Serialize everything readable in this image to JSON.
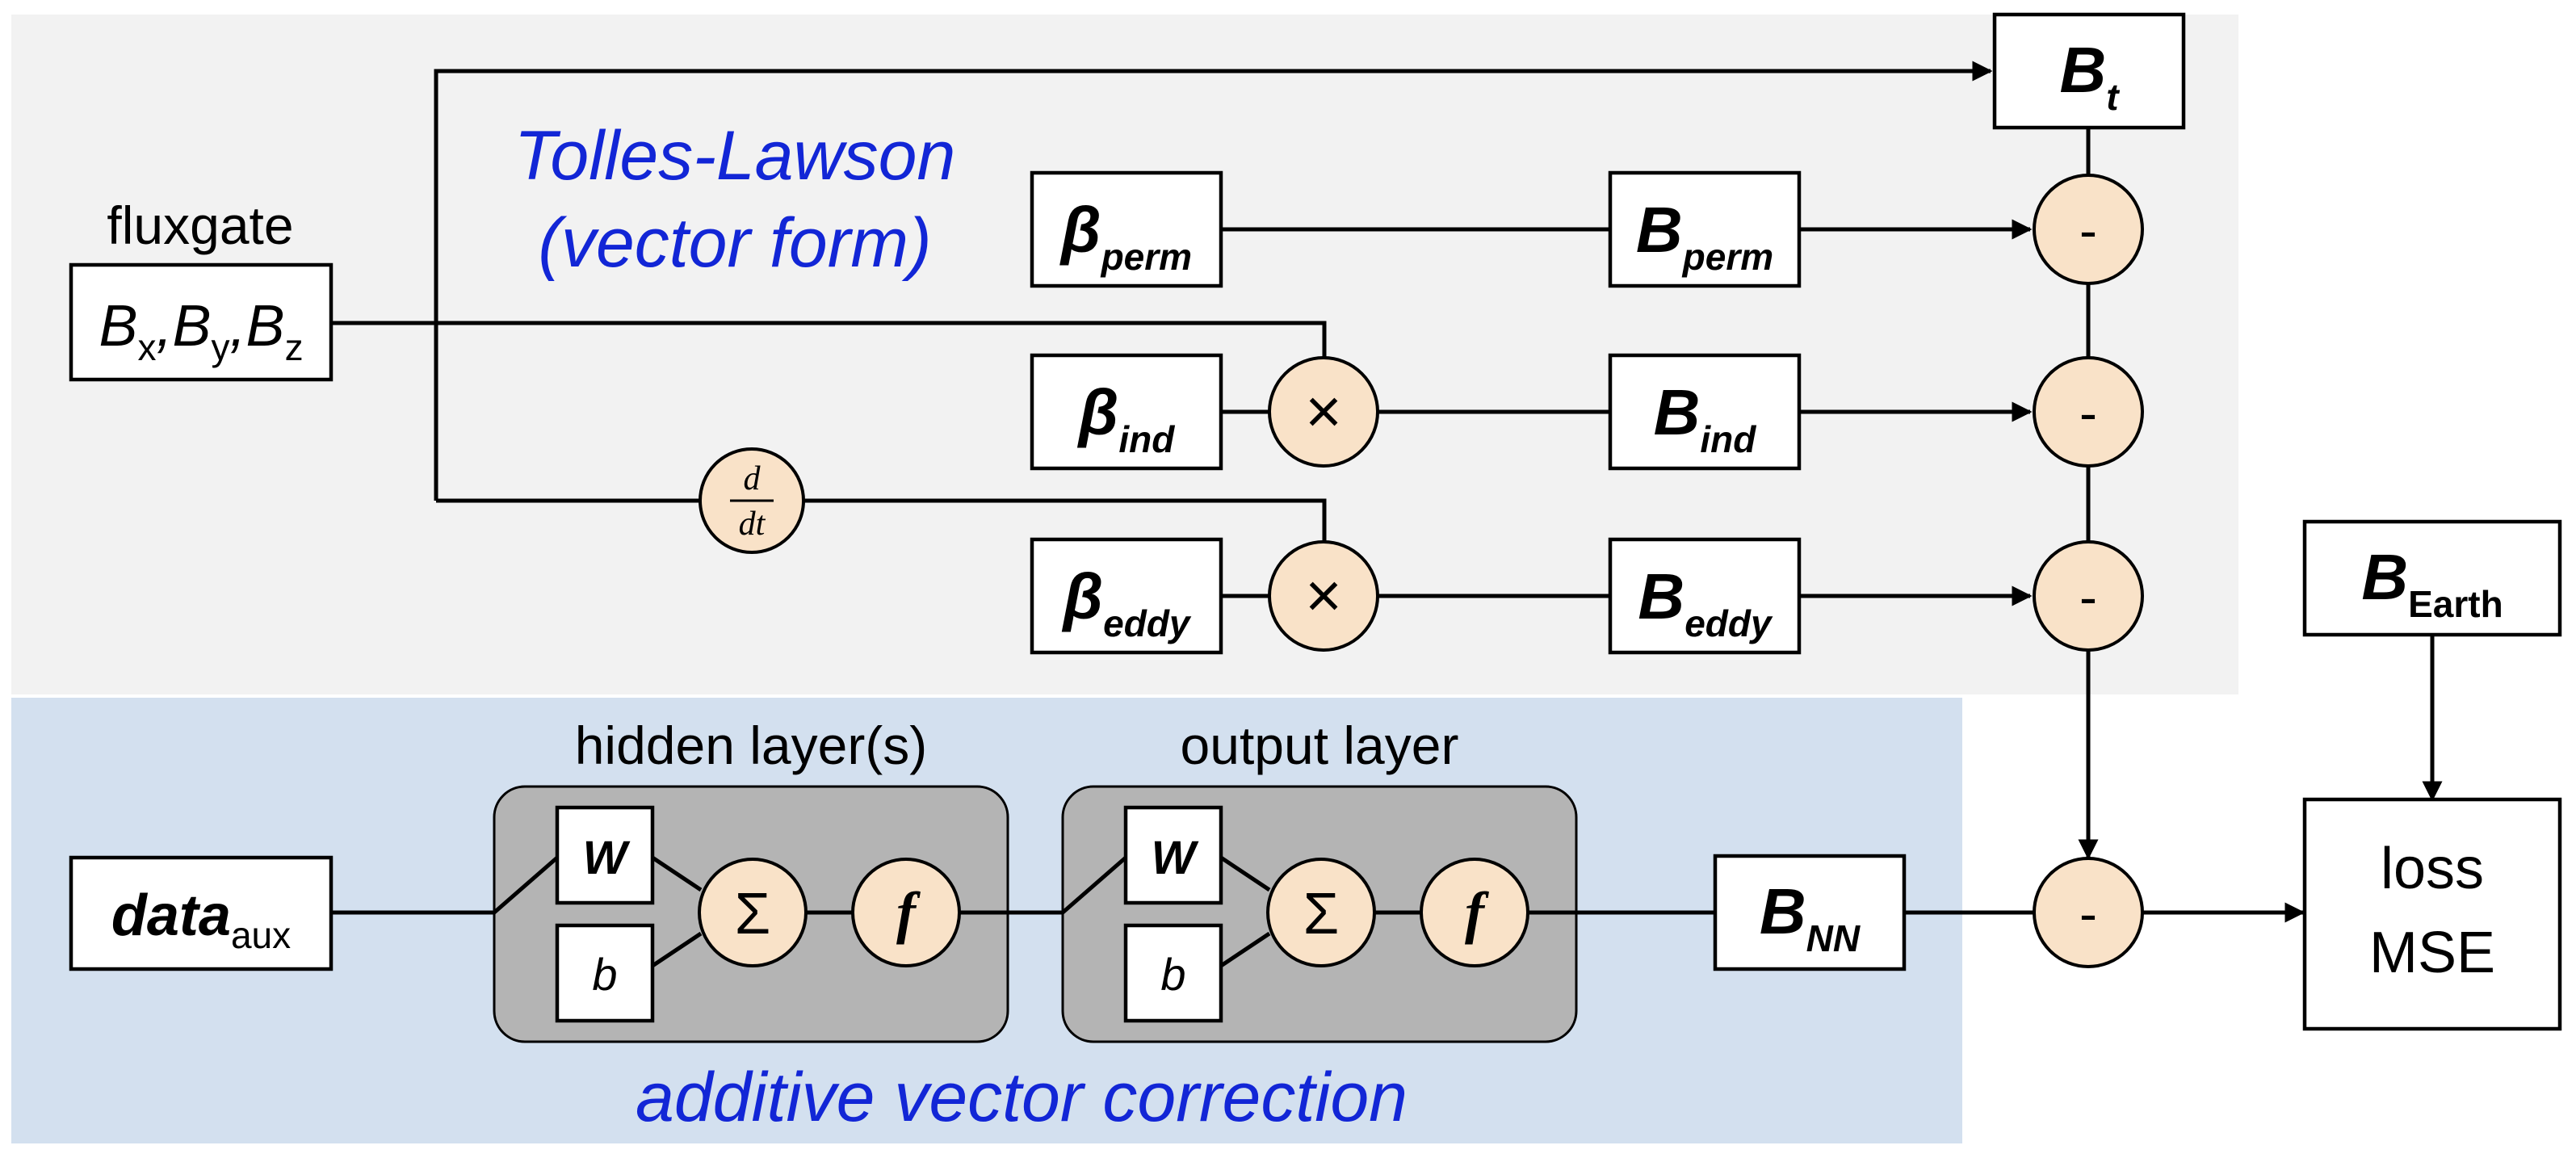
{
  "regions": {
    "tolles_lawson": {
      "title_line1": "Tolles-Lawson",
      "title_line2": "(vector form)"
    },
    "correction": {
      "title": "additive vector correction"
    }
  },
  "inputs": {
    "fluxgate": {
      "caption": "fluxgate",
      "bx": "B",
      "bx_sub": "x",
      "by": "B",
      "by_sub": "y",
      "bz": "B",
      "bz_sub": "z"
    },
    "data_aux": {
      "main": "data",
      "sub": "aux"
    }
  },
  "coefficients": {
    "perm": {
      "main": "β",
      "sub": "perm"
    },
    "ind": {
      "main": "β",
      "sub": "ind"
    },
    "eddy": {
      "main": "β",
      "sub": "eddy"
    }
  },
  "fields": {
    "perm": {
      "main": "B",
      "sub": "perm"
    },
    "ind": {
      "main": "B",
      "sub": "ind"
    },
    "eddy": {
      "main": "B",
      "sub": "eddy"
    },
    "total": {
      "main": "B",
      "sub": "t"
    },
    "earth": {
      "main": "B",
      "sub": "Earth"
    },
    "nn": {
      "main": "B",
      "sub": "NN"
    }
  },
  "operators": {
    "minus": "-",
    "times": "×",
    "derivative_num": "d",
    "derivative_den": "dt",
    "sum": "Σ",
    "activation": "f",
    "weight": "W",
    "bias": "b"
  },
  "network": {
    "hidden_label": "hidden layer(s)",
    "output_label": "output layer"
  },
  "loss": {
    "line1": "loss",
    "line2": "MSE"
  },
  "colors": {
    "tl_background": "#f2f2f2",
    "nn_background": "#d3e0ef",
    "layer_fill": "#b4b4b4",
    "node_fill": "#f9e2c8",
    "title_blue": "#1226d6"
  }
}
